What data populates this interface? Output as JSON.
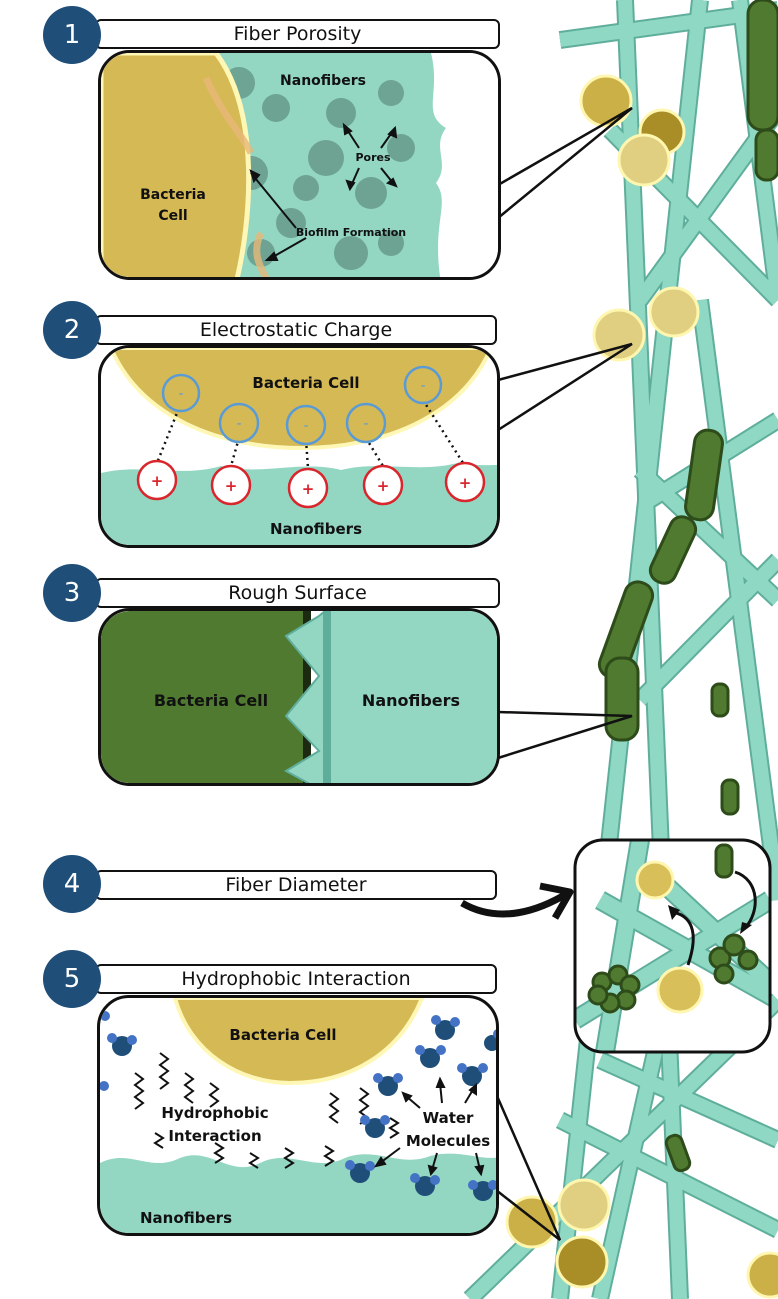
{
  "sections": [
    {
      "number": "1",
      "title": "Fiber Porosity"
    },
    {
      "number": "2",
      "title": "Electrostatic Charge"
    },
    {
      "number": "3",
      "title": "Rough Surface"
    },
    {
      "number": "4",
      "title": "Fiber Diameter"
    },
    {
      "number": "5",
      "title": "Hydrophobic Interaction"
    }
  ],
  "panel1": {
    "nanofibers": "Nanofibers",
    "bacteria_line1": "Bacteria",
    "bacteria_line2": "Cell",
    "pores": "Pores",
    "biofilm": "Biofilm Formation"
  },
  "panel2": {
    "bacteria": "Bacteria Cell",
    "nanofibers": "Nanofibers",
    "negative_symbol": "-",
    "positive_symbol": "+"
  },
  "panel3": {
    "bacteria": "Bacteria Cell",
    "nanofibers": "Nanofibers"
  },
  "panel5": {
    "bacteria": "Bacteria Cell",
    "hydrophobic_line1": "Hydrophobic",
    "hydrophobic_line2": "Interaction",
    "water_line1": "Water",
    "water_line2": "Molecules",
    "nanofibers": "Nanofibers"
  },
  "colors": {
    "badge": "#1f4e79",
    "nanofiber": "#8fd8c4",
    "nanofiber_edge": "#5fae9c",
    "bacteria_yellow": "#d8bf5a",
    "bacteria_green": "#4f7a30",
    "negative_ring": "#5b9bd5",
    "positive_ring": "#d9262c",
    "water_dark": "#1f4e79",
    "water_light": "#4472c4"
  }
}
